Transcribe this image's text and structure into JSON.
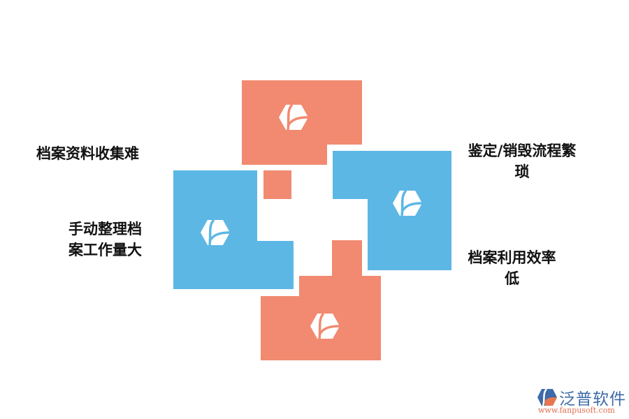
{
  "diagram": {
    "colors": {
      "orange": "#f18a70",
      "blue": "#5db7e4",
      "text": "#111111"
    },
    "pieces": [
      {
        "id": "top",
        "color": "orange",
        "icon": "brand-hexagon-icon"
      },
      {
        "id": "left",
        "color": "blue",
        "icon": "brand-hexagon-icon"
      },
      {
        "id": "right",
        "color": "blue",
        "icon": "brand-hexagon-icon"
      },
      {
        "id": "bottom",
        "color": "orange",
        "icon": "brand-hexagon-icon"
      }
    ],
    "labels": {
      "top_left": "档案资料收集难",
      "left_line1": "手动整理档",
      "left_line2": "案工作量大",
      "top_right_line1": "鉴定/销毁流程繁",
      "top_right_line2": "琐",
      "bottom_right_line1": "档案利用效率",
      "bottom_right_line2": "低"
    }
  },
  "watermark": {
    "brand": "泛普软件",
    "url": "www.fanpusoft.com",
    "icon": "fanpu-logo-icon"
  }
}
